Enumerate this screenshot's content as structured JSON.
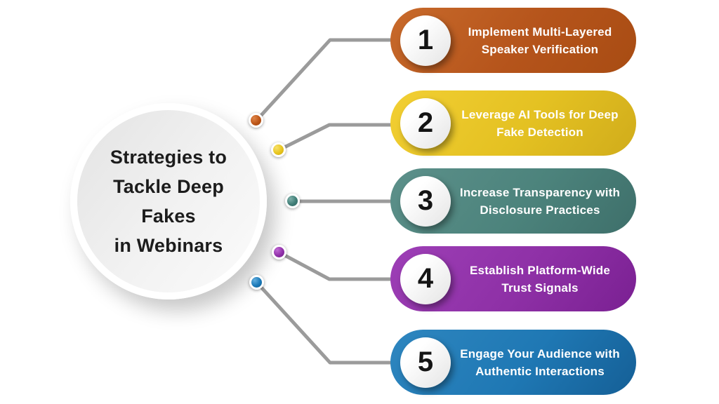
{
  "background_color": "#ffffff",
  "connector_color": "#9b9b9b",
  "center": {
    "title_lines": [
      "Strategies to",
      "Tackle Deep",
      "Fakes",
      "in Webinars"
    ],
    "title_text": "Strategies to Tackle Deep Fakes in Webinars",
    "fill_light": "#fbfbfb",
    "fill_dark": "#e3e3e3"
  },
  "items": [
    {
      "number": "1",
      "label": "Implement Multi-Layered Speaker Verification",
      "label_lines": [
        "Implement Multi-Layered",
        "Speaker Verification"
      ],
      "color": "#b5541b",
      "gradient": "linear-gradient(128deg,#c86a2b 0%,#b5541b 55%,#a84c13 100%)",
      "dot_gradient": "radial-gradient(circle at 32% 30%,#e08548 0%,#bc5517 55%,#9c440f 100%)"
    },
    {
      "number": "2",
      "label": "Leverage AI Tools for Deep Fake Detection",
      "label_lines": [
        "Leverage AI Tools for Deep",
        "Fake Detection"
      ],
      "color": "#e1bd1f",
      "gradient": "linear-gradient(128deg,#f2cf33 0%,#e4c122 55%,#d0ac1b 100%)",
      "dot_gradient": "radial-gradient(circle at 32% 30%,#f7e06a 0%,#e8c51d 55%,#caa613 100%)"
    },
    {
      "number": "3",
      "label": "Increase Transparency with Disclosure Practices",
      "label_lines": [
        "Increase Transparency with",
        "Disclosure Practices"
      ],
      "color": "#4c837c",
      "gradient": "linear-gradient(128deg,#5c908a 0%,#4c837c 55%,#3e6f6a 100%)",
      "dot_gradient": "radial-gradient(circle at 32% 30%,#7fb0aa 0%,#3f7d76 55%,#2f6560 100%)"
    },
    {
      "number": "4",
      "label": "Establish Platform-Wide Trust Signals",
      "label_lines": [
        "Establish Platform-Wide",
        "Trust Signals"
      ],
      "color": "#8e30a6",
      "gradient": "linear-gradient(128deg,#9d3fb6 0%,#8e30a6 55%,#7a2092 100%)",
      "dot_gradient": "radial-gradient(circle at 32% 30%,#c06ad4 0%,#9030a9 55%,#6f1b85 100%)"
    },
    {
      "number": "5",
      "label": "Engage Your Audience with Authentic Interactions",
      "label_lines": [
        "Engage Your Audience with",
        "Authentic Interactions"
      ],
      "color": "#1f78b4",
      "gradient": "linear-gradient(128deg,#2e86bf 0%,#1f78b4 55%,#155f96 100%)",
      "dot_gradient": "radial-gradient(circle at 32% 30%,#63aede 0%,#1a79b8 55%,#115c8f 100%)"
    }
  ]
}
